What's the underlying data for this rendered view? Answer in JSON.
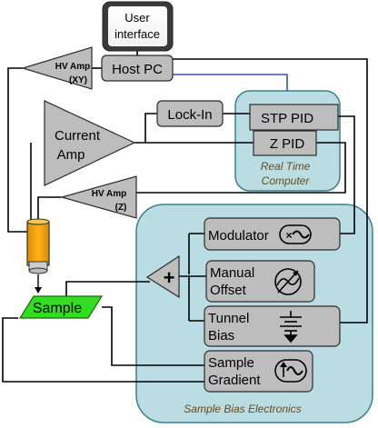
{
  "labels": {
    "user_interface_line1": "User",
    "user_interface_line2": "interface",
    "host_pc": "Host PC",
    "hv_amp_xy_line1": "HV Amp",
    "hv_amp_xy_line2": "(XY)",
    "lock_in": "Lock-In",
    "stp_pid": "STP PID",
    "z_pid": "Z PID",
    "real_time_line1": "Real Time",
    "real_time_line2": "Computer",
    "current_amp_line1": "Current",
    "current_amp_line2": "Amp",
    "hv_amp_z_line1": "HV Amp",
    "hv_amp_z_line2": "(Z)",
    "modulator": "Modulator",
    "manual_offset_line1": "Manual",
    "manual_offset_line2": "Offset",
    "tunnel_bias_line1": "Tunnel",
    "tunnel_bias_line2": "Bias",
    "sample": "Sample",
    "sample_gradient_line1": "Sample",
    "sample_gradient_line2": "Gradient",
    "summing_symbol": "+",
    "sample_bias_electronics": "Sample Bias Electronics"
  },
  "colors": {
    "block_fill": "#bdbdbd",
    "block_stroke": "#2b2b2b",
    "panel_fill": "#b9dde3",
    "panel_stroke": "#3f7f88",
    "panel_text": "#6b4a1a",
    "sample_fill": "#33dd22",
    "tip_orange": "#f5a000",
    "host_link": "#3355cc"
  }
}
